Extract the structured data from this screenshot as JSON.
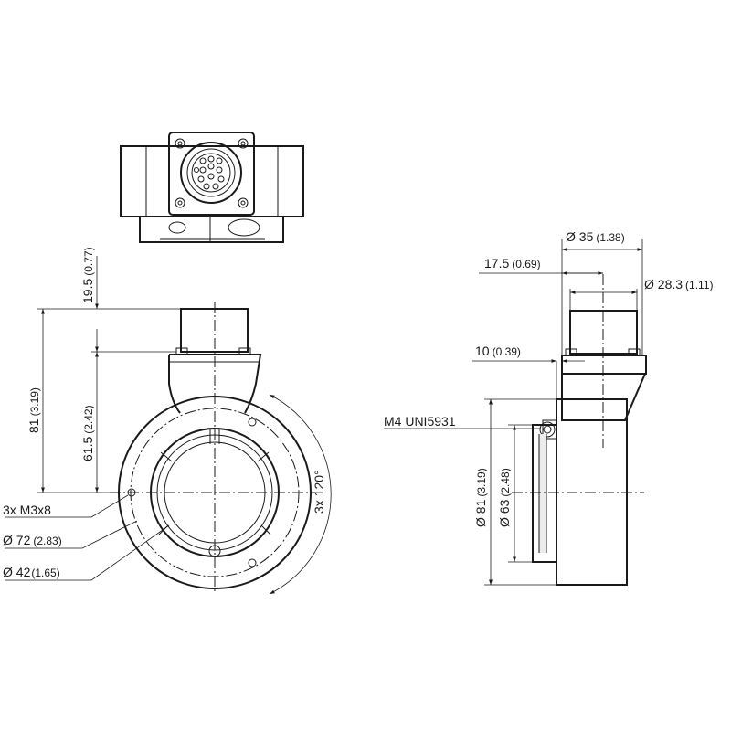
{
  "dimensions": {
    "top_offset": {
      "main": "19.5",
      "sub": "(0.77)"
    },
    "height_total": {
      "main": "81",
      "sub": "(3.19)"
    },
    "height_center": {
      "main": "61.5",
      "sub": "(2.42)"
    },
    "screws": {
      "main": "3x M3x8"
    },
    "bolt_circle": {
      "main": "Ø 72",
      "sub": "(2.83)"
    },
    "bore": {
      "main": "Ø 42",
      "sub": "(1.65)"
    },
    "angle": {
      "main": "3x 120°"
    },
    "connector_dia": {
      "main": "Ø 35",
      "sub": "(1.38)"
    },
    "connector_offset": {
      "main": "17.5",
      "sub": "(0.69)"
    },
    "connector_inner": {
      "main": "Ø 28.3",
      "sub": "(1.11)"
    },
    "flange_thickness": {
      "main": "10",
      "sub": "(0.39)"
    },
    "thread": {
      "main": "M4 UNI5931"
    },
    "outer_dia": {
      "main": "Ø 81",
      "sub": "(3.19)"
    },
    "inner_dia": {
      "main": "Ø 63",
      "sub": "(2.48)"
    }
  }
}
